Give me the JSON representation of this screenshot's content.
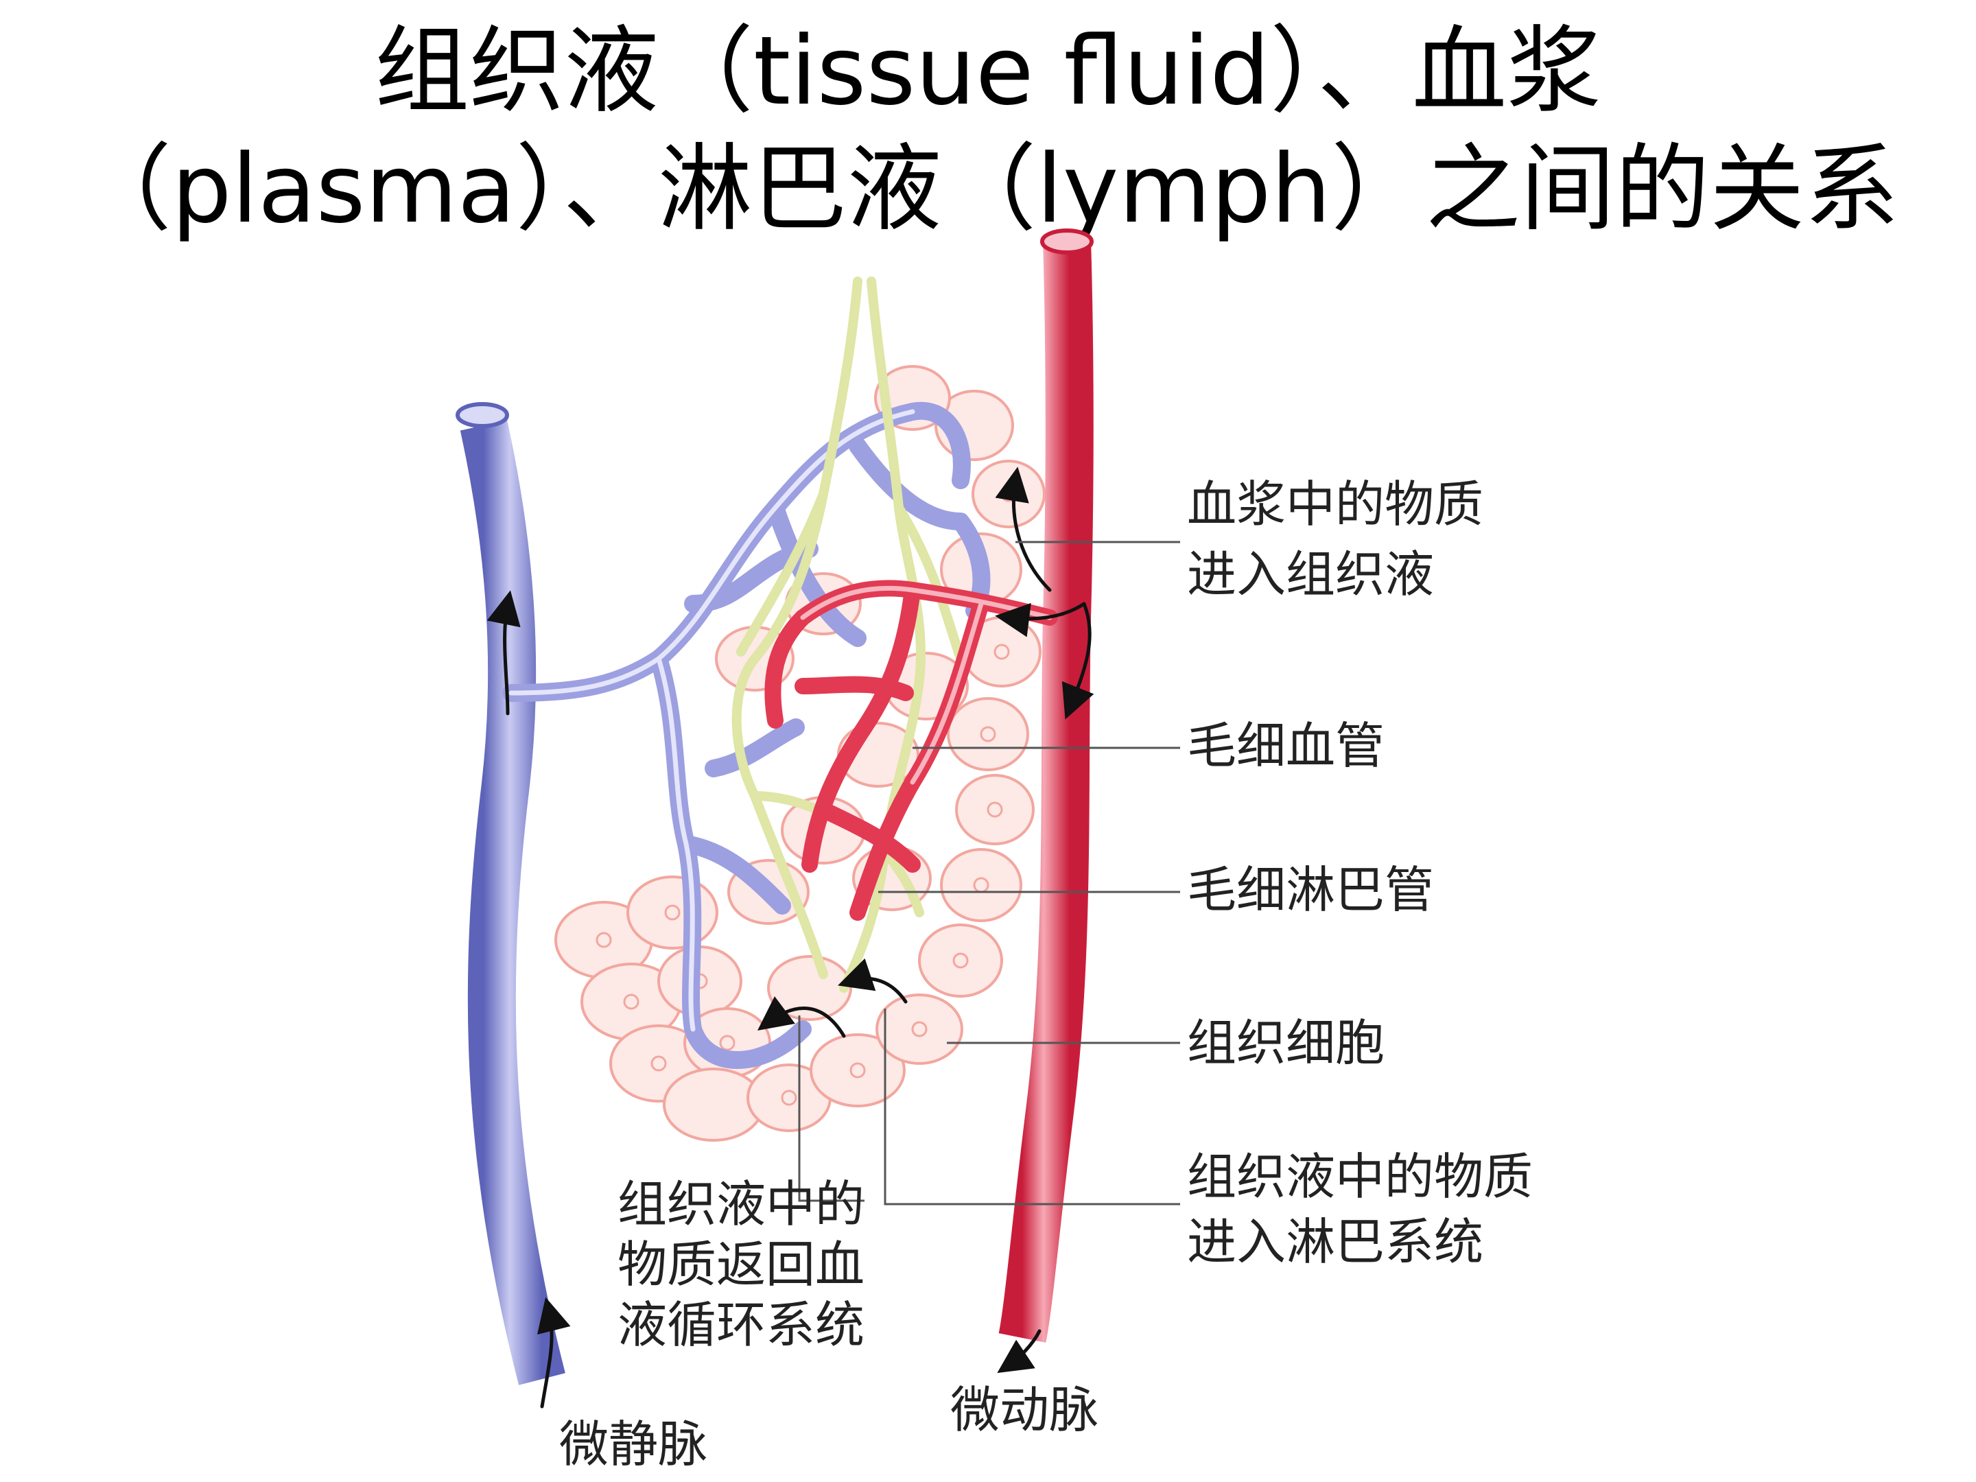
{
  "slide": {
    "title_line_1": "组织液（tissue fluid）、血浆",
    "title_line_2": "（plasma）、淋巴液（lymph）之间的关系"
  },
  "diagram": {
    "labels": {
      "plasma_to_tissue_fluid": [
        "血浆中的物质",
        "进入组织液"
      ],
      "capillary": "毛细血管",
      "lymph_capillary": "毛细淋巴管",
      "tissue_cells": "组织细胞",
      "tissue_fluid_to_lymph": [
        "组织液中的物质",
        "进入淋巴系统"
      ],
      "tissue_fluid_to_blood": [
        "组织液中的",
        "物质返回血",
        "液循环系统"
      ],
      "venule": "微静脉",
      "arteriole": "微动脉"
    },
    "colors": {
      "venule": "#8b90d6",
      "arteriole": "#e23a52",
      "lymph": "#dfe6a6",
      "tissue_cells": "#f4b4ad"
    }
  }
}
